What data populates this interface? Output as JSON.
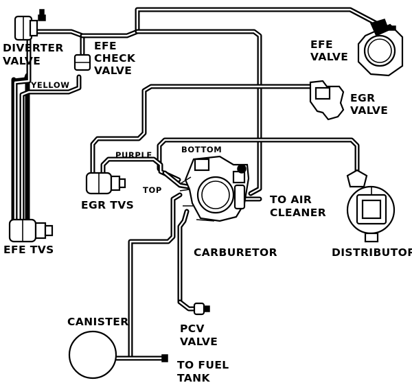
{
  "labels": {
    "diverter_valve": [
      "DIVERTER",
      "VALVE"
    ],
    "efe_check_valve": [
      "EFE",
      "CHECK",
      "VALVE"
    ],
    "yellow": "YELLOW",
    "efe_valve": [
      "EFE",
      "VALVE"
    ],
    "egr_valve": [
      "EGR",
      "VALVE"
    ],
    "purple": "PURPLE",
    "bottom": "BOTTOM",
    "top": "TOP",
    "egr_tvs": "EGR TVS",
    "to_air_cleaner": [
      "TO AIR",
      "CLEANER"
    ],
    "efe_tvs": "EFE TVS",
    "carburetor": "CARBURETOR",
    "distributor": "DISTRIBUTOR",
    "canister": "CANISTER",
    "pcv_valve": [
      "PCV",
      "VALVE"
    ],
    "to_fuel_tank": [
      "TO FUEL",
      "TANK"
    ]
  }
}
